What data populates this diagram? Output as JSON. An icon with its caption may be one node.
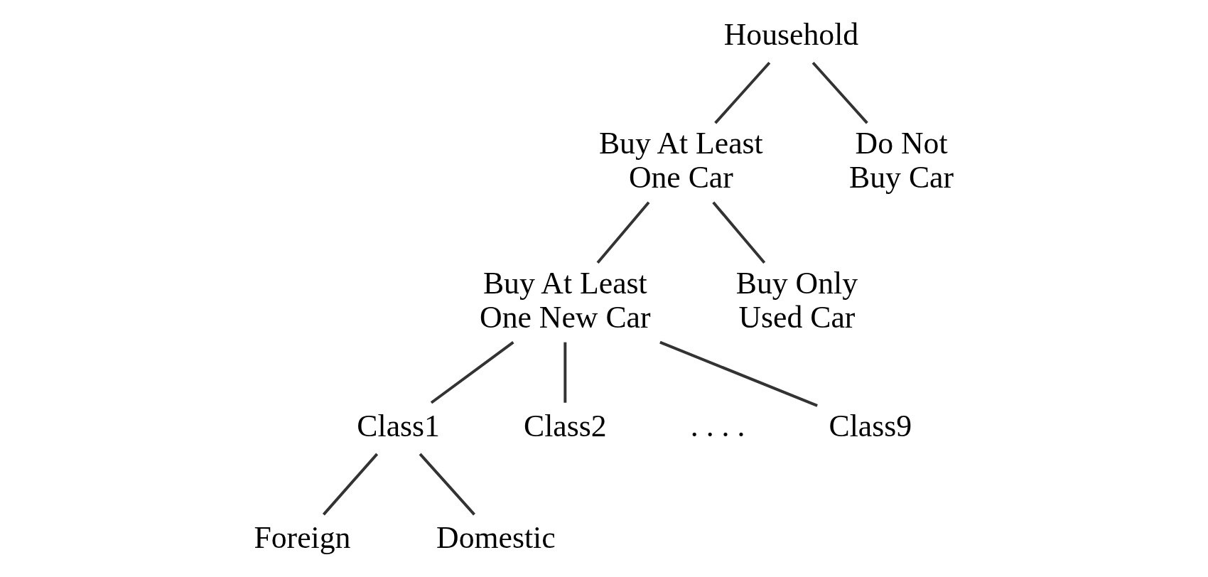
{
  "diagram": {
    "nodes": [
      {
        "text": [
          "Household"
        ]
      },
      {
        "text": [
          "Buy At Least One Car"
        ]
      },
      {
        "text": [
          "Do Not Buy Car"
        ]
      },
      {
        "text": [
          "Buy At Least One New Car"
        ]
      },
      {
        "text": [
          "Buy Only Used Car"
        ]
      },
      {
        "text": [
          "Class1"
        ]
      },
      {
        "text": [
          "Class2"
        ]
      },
      {
        "text": [
          "Class9"
        ]
      },
      {
        "text": [
          "Foreign"
        ]
      },
      {
        "text": [
          "Domestic"
        ]
      }
    ],
    "edges": [
      {
        "from": 0,
        "to": 1,
        "arrow": "none"
      },
      {
        "from": 0,
        "to": 2,
        "arrow": "none"
      },
      {
        "from": 1,
        "to": 3,
        "arrow": "none"
      },
      {
        "from": 1,
        "to": 4,
        "arrow": "none"
      },
      {
        "from": 3,
        "to": 5,
        "arrow": "none"
      },
      {
        "from": 3,
        "to": 6,
        "arrow": "none"
      },
      {
        "from": 3,
        "to": 7,
        "arrow": "none"
      },
      {
        "from": 5,
        "to": 8,
        "arrow": "none"
      },
      {
        "from": 5,
        "to": 9,
        "arrow": "none"
      }
    ],
    "labels": [
      ". . . ."
    ]
  }
}
